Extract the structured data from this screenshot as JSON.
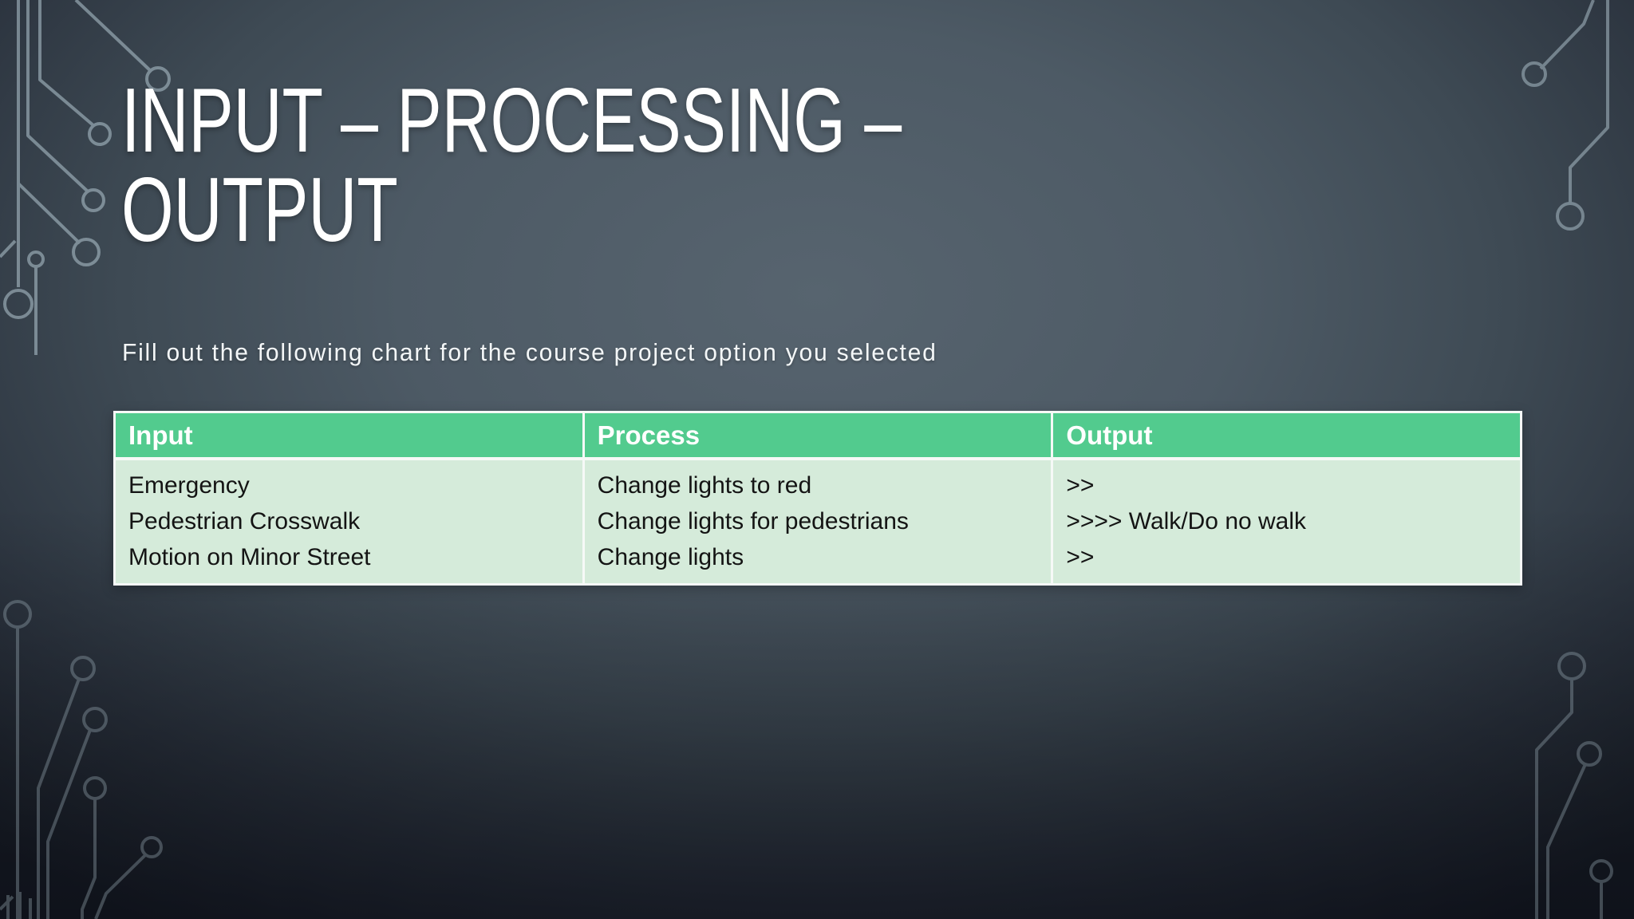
{
  "slide": {
    "title_line1": "INPUT – PROCESSING –",
    "title_line2": "OUTPUT",
    "subtitle": "Fill out the following chart for the course project option you selected"
  },
  "table": {
    "headers": [
      "Input",
      "Process",
      "Output"
    ],
    "rows": [
      [
        "Emergency",
        "Change lights to red",
        ">>"
      ],
      [
        "Pedestrian Crosswalk",
        "Change lights for pedestrians",
        ">>>> Walk/Do no walk"
      ],
      [
        "Motion on Minor Street",
        "Change lights",
        ">>"
      ]
    ]
  },
  "colors": {
    "header_bg": "#52cb8e",
    "body_bg": "#d5ebda",
    "trace": "#a9bcc6",
    "title_text": "#ffffff",
    "body_text": "#141414"
  }
}
